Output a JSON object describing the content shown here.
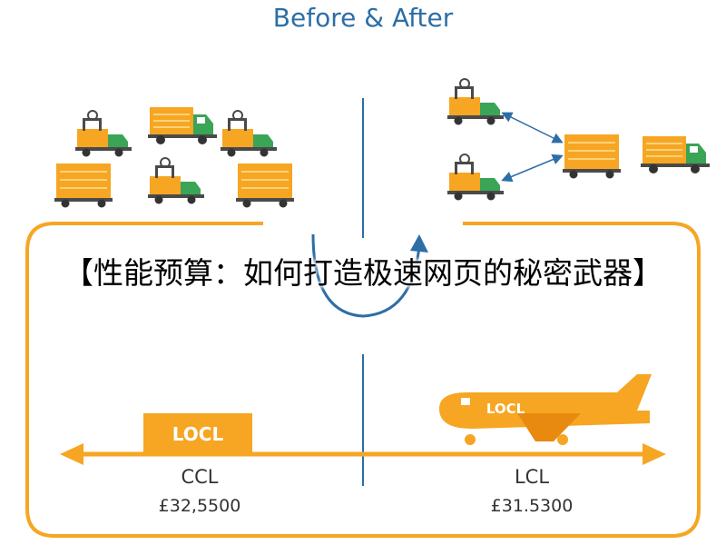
{
  "title": "Before & After",
  "banner": "【性能预算：如何打造极速网页的秘密武器】",
  "left": {
    "mode": "CCL",
    "price": "£32,5500",
    "container_label": "LOCL"
  },
  "right": {
    "mode": "LCL",
    "price": "£31.5300",
    "plane_label": "LOCL"
  },
  "colors": {
    "orange": "#f6a623",
    "dark_orange": "#e88a10",
    "green": "#3aa457",
    "blue": "#2d6ea6",
    "gray": "#4a4a4a"
  }
}
